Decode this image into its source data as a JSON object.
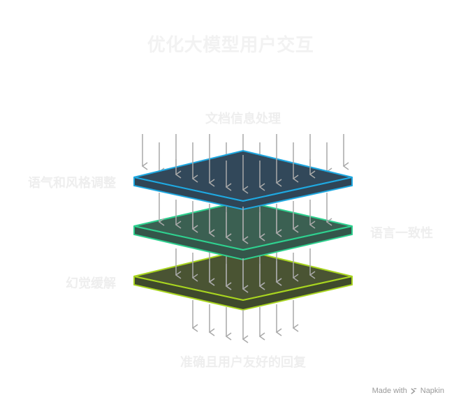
{
  "title": "优化大模型用户交互",
  "labels": {
    "top": "文档信息处理",
    "layer1": "语气和风格调整",
    "layer2": "语言一致性",
    "layer3": "幻觉缓解",
    "bottom": "准确且用户友好的回复"
  },
  "layers": [
    {
      "name": "语气和风格调整",
      "fill": "#2f4556",
      "stroke": "#1fa8e0"
    },
    {
      "name": "语言一致性",
      "fill": "#34564a",
      "stroke": "#2fd08f"
    },
    {
      "name": "幻觉缓解",
      "fill": "#3f4a2c",
      "stroke": "#a8d420"
    }
  ],
  "watermark": {
    "prefix": "Made with",
    "brand": "Napkin"
  },
  "colors": {
    "arrow": "#a9a9a9",
    "label": "#eeeeee",
    "title": "#f2f2f2"
  }
}
